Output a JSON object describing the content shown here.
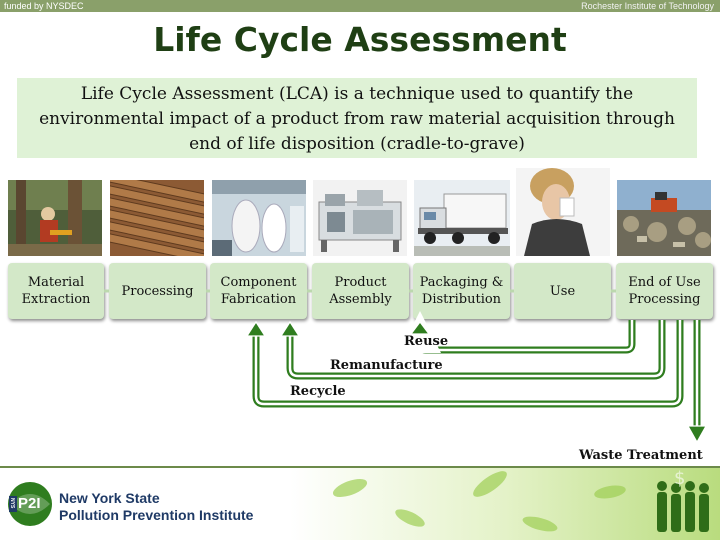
{
  "header": {
    "funded_text": "funded by NYSDEC",
    "institute_text": "Rochester Institute of Technology"
  },
  "title": "Life Cycle Assessment",
  "intro": {
    "line1": "Life Cycle Assessment (LCA) is a technique used to quantify the",
    "line2": "environmental impact of a product from raw material acquisition through",
    "line3": "end of life disposition (cradle-to-grave)"
  },
  "stages": [
    {
      "line1": "Material",
      "line2": "Extraction"
    },
    {
      "line1": "Processing",
      "line2": ""
    },
    {
      "line1": "Component",
      "line2": "Fabrication"
    },
    {
      "line1": "Product",
      "line2": "Assembly"
    },
    {
      "line1": "Packaging &",
      "line2": "Distribution"
    },
    {
      "line1": "Use",
      "line2": ""
    },
    {
      "line1": "End of Use",
      "line2": "Processing"
    }
  ],
  "loops": {
    "reuse": "Reuse",
    "remanufacture": "Remanufacture",
    "recycle": "Recycle",
    "waste": "Waste Treatment"
  },
  "footer": {
    "logo_badge": "P2I",
    "logo_small": "NYS",
    "org_line1": "New York State",
    "org_line2": "Pollution Prevention Institute"
  },
  "colors": {
    "arrow_green": "#2f7d1f",
    "stage_bg": "#d3e8c8",
    "intro_bg": "#dff2d6",
    "title": "#1f3f14"
  }
}
